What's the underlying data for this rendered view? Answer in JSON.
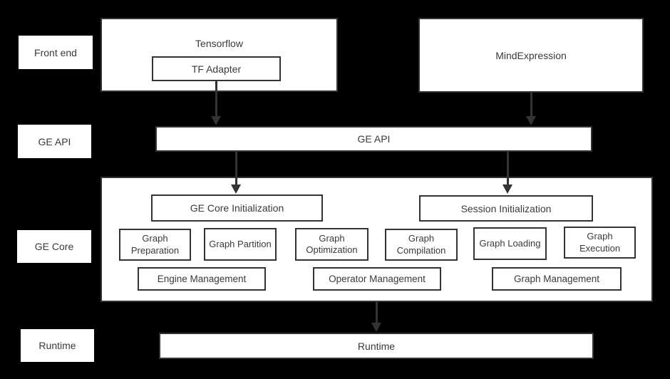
{
  "palette": {
    "background": "#000000",
    "box_fill": "#ffffff",
    "box_border": "#333333",
    "text": "#3a3a3a",
    "arrow": "#333333"
  },
  "side_labels": [
    {
      "id": "front-end",
      "label": "Front end"
    },
    {
      "id": "ge-api",
      "label": "GE API"
    },
    {
      "id": "ge-core",
      "label": "GE Core"
    },
    {
      "id": "runtime",
      "label": "Runtime"
    }
  ],
  "front_end": {
    "tensorflow_title": "Tensorflow",
    "tf_adapter_label": "TF Adapter",
    "mind_expression_label": "MindExpression"
  },
  "ge_api_bar": {
    "label": "GE API"
  },
  "ge_core": {
    "ge_core_initialization": "GE Core Initialization",
    "session_initialization": "Session Initialization",
    "modules": [
      "Graph Preparation",
      "Graph Partition",
      "Graph Optimization",
      "Graph Compilation",
      "Graph Loading",
      "Graph Execution"
    ],
    "management": [
      "Engine Management",
      "Operator Management",
      "Graph Management"
    ]
  },
  "runtime_bar": {
    "label": "Runtime"
  }
}
